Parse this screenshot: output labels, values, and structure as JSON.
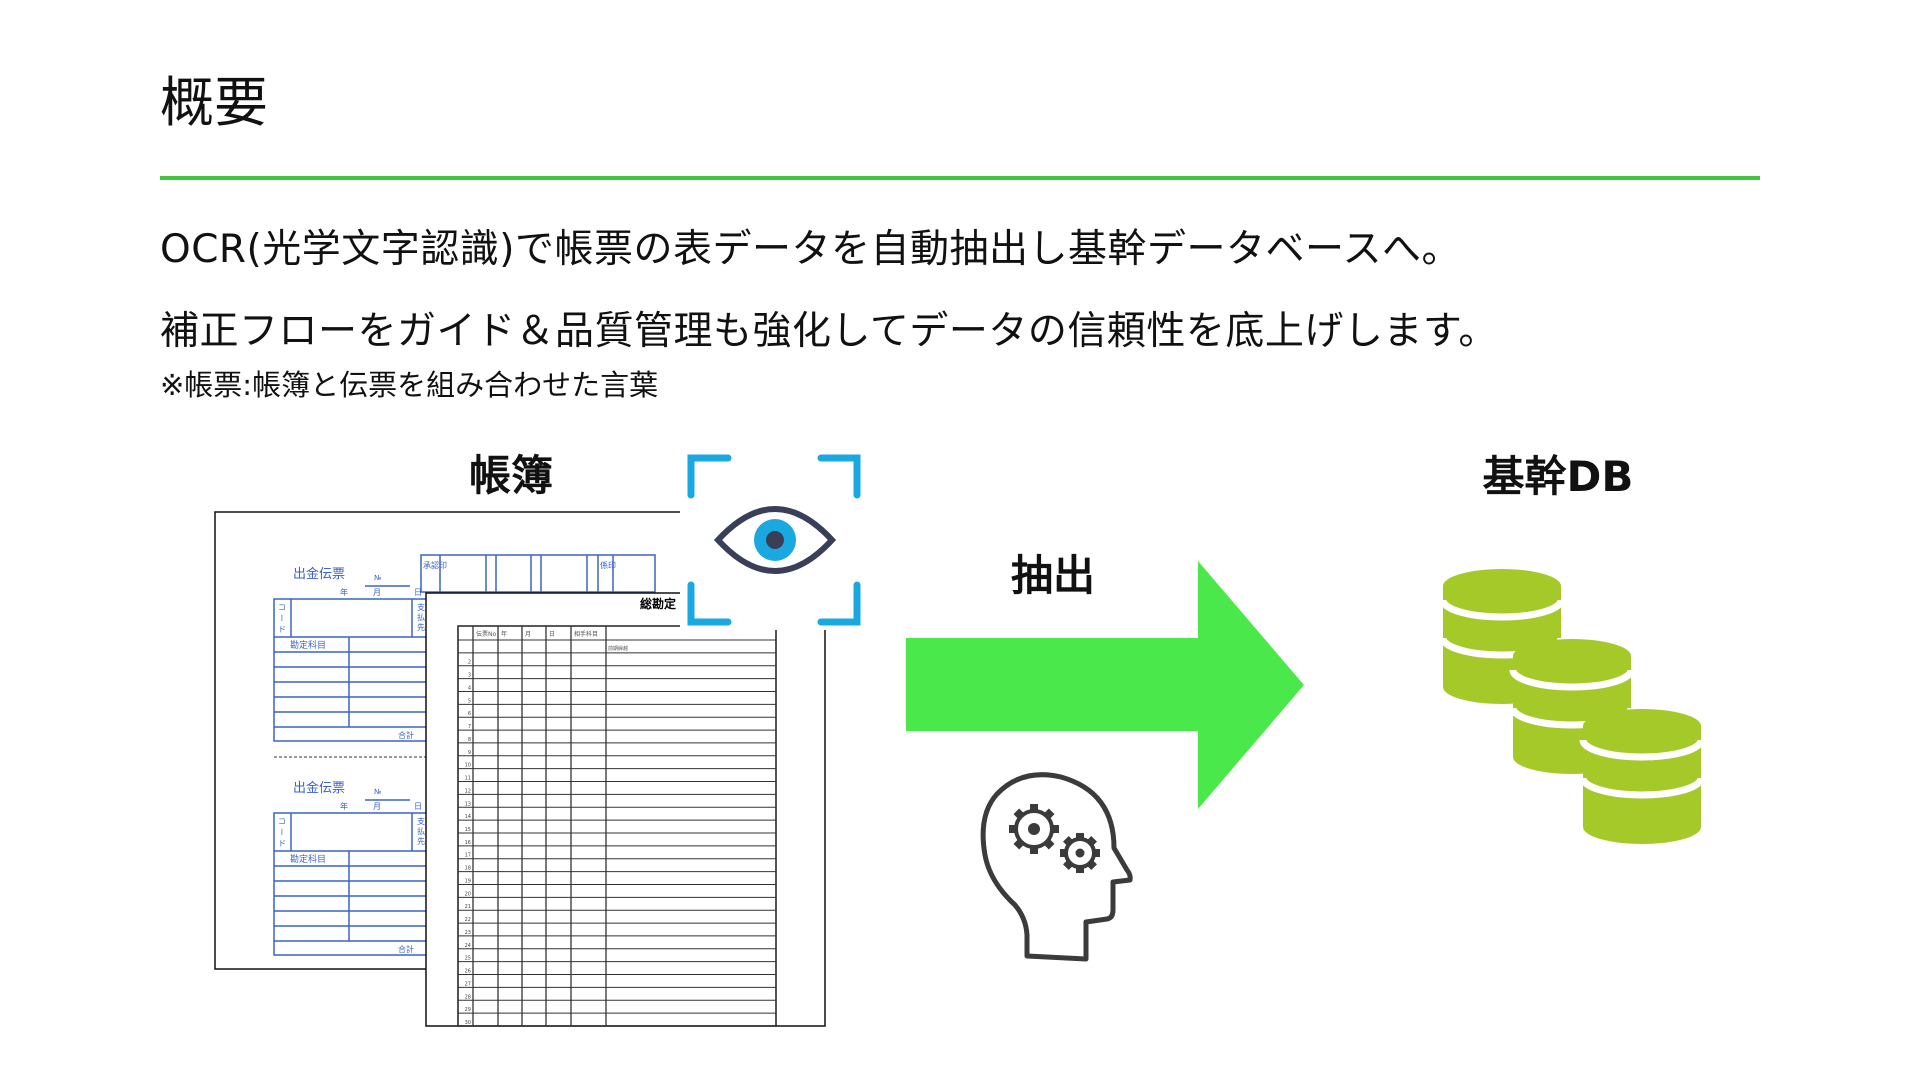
{
  "slide": {
    "title": "概要",
    "line1": "OCR(光学文字認識)で帳票の表データを自動抽出し基幹データベースへ。",
    "line2": "補正フローをガイド＆品質管理も強化してデータの信頼性を底上げします。",
    "note": "※帳票:帳簿と伝票を組み合わせた言葉"
  },
  "diagram": {
    "source_label": "帳簿",
    "action_label": "抽出",
    "target_label": "基幹DB",
    "slip": {
      "title": "出金伝票",
      "no": "№",
      "year": "年",
      "month": "月",
      "day": "日",
      "code": "コード",
      "payee": "支払先",
      "account": "勘定科目",
      "total": "合計",
      "approval": "承認印",
      "clerk": "係印"
    },
    "ledger": {
      "title": "総勘定",
      "headers": [
        "伝票No",
        "年",
        "月",
        "日",
        "相手科目"
      ],
      "first_row_note": "前期繰越",
      "row_numbers": [
        "2",
        "3",
        "4",
        "5",
        "6",
        "7",
        "8",
        "9",
        "10",
        "11",
        "12",
        "13",
        "14",
        "15",
        "16",
        "17",
        "18",
        "19",
        "20",
        "21",
        "22",
        "23",
        "24",
        "25",
        "26",
        "27",
        "28",
        "29",
        "30"
      ]
    }
  },
  "colors": {
    "accent_green": "#3fc43f",
    "arrow_green": "#4ae84a",
    "scan_blue": "#1aa8e0",
    "db_green": "#a6c92a",
    "slip_blue": "#3a63c8",
    "icon_dark": "#3b3b3b"
  }
}
